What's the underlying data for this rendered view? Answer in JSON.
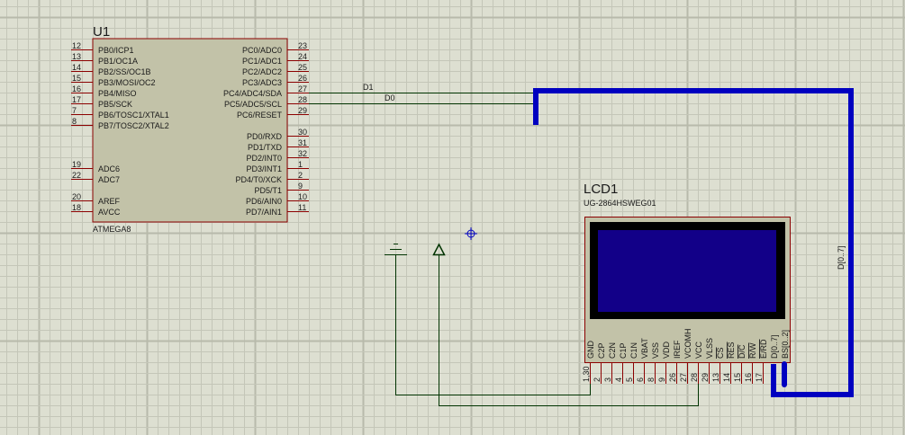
{
  "app": "Proteus ISIS schematic editor",
  "colors": {
    "background": "#dddfd1",
    "grid_minor": "#c4c6b8",
    "grid_major": "#b8baab",
    "component_fill": "#c2c2a8",
    "component_border": "#8b0000",
    "wire": "#003300",
    "bus": "#0000c0",
    "lcd_bezel": "#000000",
    "lcd_screen": "#120088",
    "text": "#1a1a1a",
    "cursor": "#0000c0"
  },
  "u1": {
    "ref": "U1",
    "part": "ATMEGA8",
    "left_pins": [
      {
        "num": "12",
        "name": "PB0/ICP1"
      },
      {
        "num": "13",
        "name": "PB1/OC1A"
      },
      {
        "num": "14",
        "name": "PB2/SS/OC1B",
        "overline": "SS"
      },
      {
        "num": "15",
        "name": "PB3/MOSI/OC2"
      },
      {
        "num": "16",
        "name": "PB4/MISO"
      },
      {
        "num": "17",
        "name": "PB5/SCK"
      },
      {
        "num": "7",
        "name": "PB6/TOSC1/XTAL1"
      },
      {
        "num": "8",
        "name": "PB7/TOSC2/XTAL2"
      },
      null,
      null,
      null,
      {
        "num": "19",
        "name": "ADC6"
      },
      {
        "num": "22",
        "name": "ADC7"
      },
      null,
      {
        "num": "20",
        "name": "AREF"
      },
      {
        "num": "18",
        "name": "AVCC"
      }
    ],
    "right_pins": [
      {
        "num": "23",
        "name": "PC0/ADC0"
      },
      {
        "num": "24",
        "name": "PC1/ADC1"
      },
      {
        "num": "25",
        "name": "PC2/ADC2"
      },
      {
        "num": "26",
        "name": "PC3/ADC3"
      },
      {
        "num": "27",
        "name": "PC4/ADC4/SDA"
      },
      {
        "num": "28",
        "name": "PC5/ADC5/SCL"
      },
      {
        "num": "29",
        "name": "PC6/RESET",
        "overline": "RESET"
      },
      null,
      {
        "num": "30",
        "name": "PD0/RXD"
      },
      {
        "num": "31",
        "name": "PD1/TXD"
      },
      {
        "num": "32",
        "name": "PD2/INT0"
      },
      {
        "num": "1",
        "name": "PD3/INT1"
      },
      {
        "num": "2",
        "name": "PD4/T0/XCK"
      },
      {
        "num": "9",
        "name": "PD5/T1"
      },
      {
        "num": "10",
        "name": "PD6/AIN0"
      },
      {
        "num": "11",
        "name": "PD7/AIN1"
      }
    ]
  },
  "nets": {
    "d1_label": "D1",
    "d0_label": "D0",
    "bus_label": "D[0..7]"
  },
  "lcd": {
    "ref": "LCD1",
    "part": "UG-2864HSWEG01",
    "pins": [
      {
        "name": "GND",
        "num": "1,30"
      },
      {
        "name": "C2P",
        "num": "2"
      },
      {
        "name": "C2N",
        "num": "3"
      },
      {
        "name": "C1P",
        "num": "4"
      },
      {
        "name": "C1N",
        "num": "5"
      },
      {
        "name": "VBAT",
        "num": "6"
      },
      {
        "name": "VSS",
        "num": "8"
      },
      {
        "name": "VDD",
        "num": "9"
      },
      {
        "name": "IREF",
        "num": "26"
      },
      {
        "name": "VCOMH",
        "num": "27"
      },
      {
        "name": "VCC",
        "num": "28"
      },
      {
        "name": "VLSS",
        "num": "29"
      },
      {
        "name": "CS",
        "num": "13",
        "overline": true
      },
      {
        "name": "RES",
        "num": "14",
        "overline": true
      },
      {
        "name": "D/C",
        "num": "15",
        "overline": true
      },
      {
        "name": "R/W",
        "num": "16",
        "overline": true
      },
      {
        "name": "E/RD",
        "num": "17",
        "overline": true
      },
      {
        "name": "D[0..7]",
        "num": ""
      },
      {
        "name": "BS[0..2]",
        "num": ""
      }
    ]
  }
}
